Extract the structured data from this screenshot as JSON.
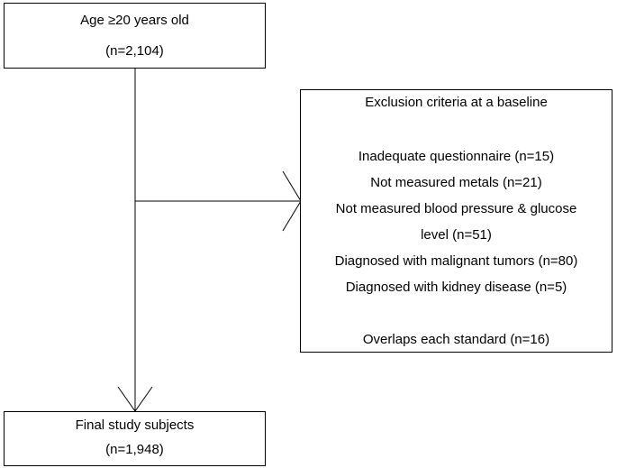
{
  "diagram": {
    "top_box": {
      "line1": "Age  ≥20 years old",
      "line2": "(n=2,104)"
    },
    "exclusion_box": {
      "title": "Exclusion criteria at a baseline",
      "items": [
        "Inadequate questionnaire (n=15)",
        "Not measured metals (n=21)",
        "Not measured blood pressure & glucose",
        "level (n=51)",
        "Diagnosed with malignant tumors (n=80)",
        "Diagnosed with kidney disease (n=5)"
      ],
      "overlap": "Overlaps each standard (n=16)"
    },
    "bottom_box": {
      "line1": "Final study subjects",
      "line2": "(n=1,948)"
    }
  }
}
